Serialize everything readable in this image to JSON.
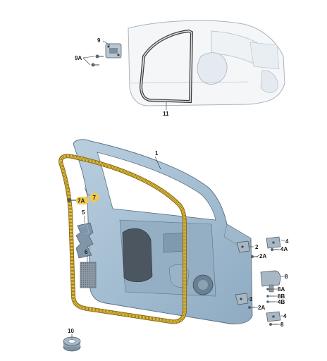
{
  "diagram": {
    "labels": {
      "p1": "1",
      "p2": "2",
      "p2a_top": "2A",
      "p2a_bottom": "2A",
      "p3": "3",
      "p4_top": "4",
      "p4a": "4A",
      "p4_bottom": "4",
      "p4b": "4B",
      "p5": "5",
      "p6": "6",
      "p7": "7",
      "p7a": "7A",
      "p8_right": "8",
      "p8a": "8A",
      "p8b": "8B",
      "p8_bottom": "8",
      "p9": "9",
      "p9a": "9A",
      "p10": "10",
      "p11": "11"
    },
    "colors": {
      "door_panel": "#a9c1d4",
      "door_shadow": "#7f9cb3",
      "seal_highlight": "#e8c84a",
      "body_outline": "#c8d2da",
      "label_highlight": "#f2c94c"
    }
  }
}
